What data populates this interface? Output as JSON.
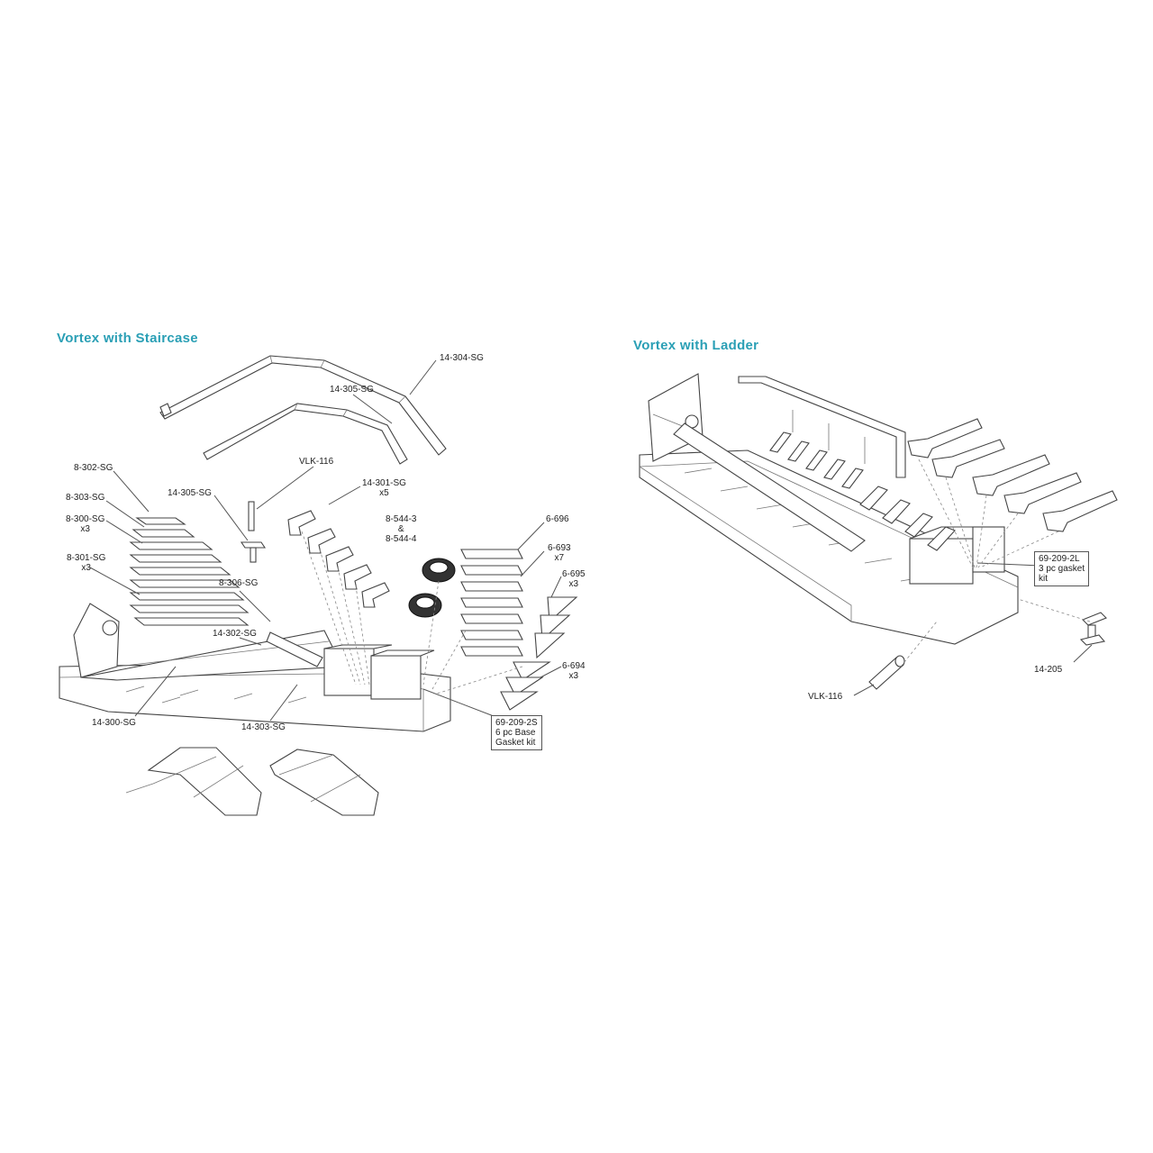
{
  "titles": {
    "left": "Vortex with Staircase",
    "right": "Vortex with Ladder"
  },
  "colors": {
    "title": "#2a9fb5",
    "line": "#555555",
    "background": "#ffffff"
  },
  "staircase_labels": {
    "p14_304": "14-304-SG",
    "p14_305_top": "14-305-SG",
    "vlk116": "VLK-116",
    "p14_301": "14-301-SG",
    "p14_301_qty": "x5",
    "p8_302": "8-302-SG",
    "p8_303": "8-303-SG",
    "p8_300": "8-300-SG",
    "p8_300_qty": "x3",
    "p8_301": "8-301-SG",
    "p8_301_qty": "x3",
    "p14_305_mid": "14-305-SG",
    "p8_544_3": "8-544-3",
    "p8_544_amp": "&",
    "p8_544_4": "8-544-4",
    "p6_696": "6-696",
    "p6_693": "6-693",
    "p6_693_qty": "x7",
    "p6_695": "6-695",
    "p6_695_qty": "x3",
    "p6_694": "6-694",
    "p6_694_qty": "x3",
    "p8_306": "8-306-SG",
    "p14_302": "14-302-SG",
    "p14_300": "14-300-SG",
    "p14_303": "14-303-SG",
    "gasket_line1": "69-209-2S",
    "gasket_line2": "6 pc Base",
    "gasket_line3": "Gasket kit"
  },
  "ladder_labels": {
    "gasket_line1": "69-209-2L",
    "gasket_line2": "3 pc gasket",
    "gasket_line3": "kit",
    "p14_205": "14-205",
    "vlk116": "VLK-116"
  }
}
